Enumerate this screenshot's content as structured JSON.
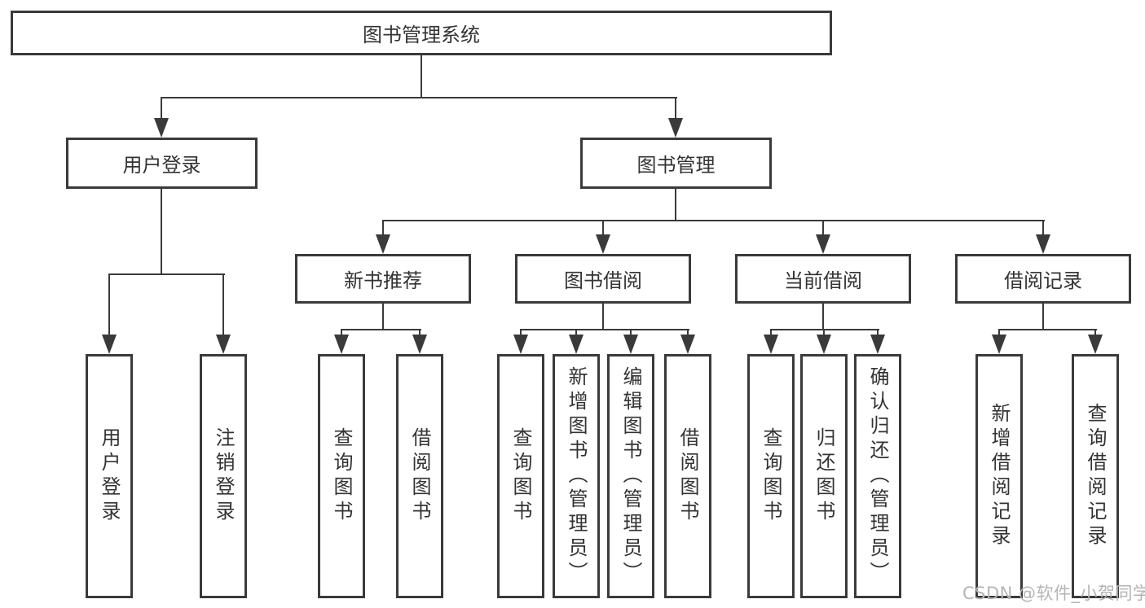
{
  "tree": {
    "label": "图书管理系统",
    "children": [
      {
        "label": "用户登录",
        "children": [
          {
            "label": "用户登录"
          },
          {
            "label": "注销登录"
          }
        ]
      },
      {
        "label": "图书管理",
        "children": [
          {
            "label": "新书推荐",
            "children": [
              {
                "label": "查询图书"
              },
              {
                "label": "借阅图书"
              }
            ]
          },
          {
            "label": "图书借阅",
            "children": [
              {
                "label": "查询图书"
              },
              {
                "label": "新增图书（管理员）"
              },
              {
                "label": "编辑图书（管理员）"
              },
              {
                "label": "借阅图书"
              }
            ]
          },
          {
            "label": "当前借阅",
            "children": [
              {
                "label": "查询图书"
              },
              {
                "label": "归还图书"
              },
              {
                "label": "确认归还（管理员）"
              }
            ]
          },
          {
            "label": "借阅记录",
            "children": [
              {
                "label": "新增借阅记录"
              },
              {
                "label": "查询借阅记录"
              }
            ]
          }
        ]
      }
    ]
  },
  "watermark": {
    "text": "CSDN @软件_小贺同学"
  },
  "colors": {
    "line": "#3a3a3a",
    "box_border": "#3a3a3a",
    "box_background": "#ffffff",
    "text": "#333333",
    "watermark": "#b4b4b4",
    "page_background": "#ffffff"
  }
}
